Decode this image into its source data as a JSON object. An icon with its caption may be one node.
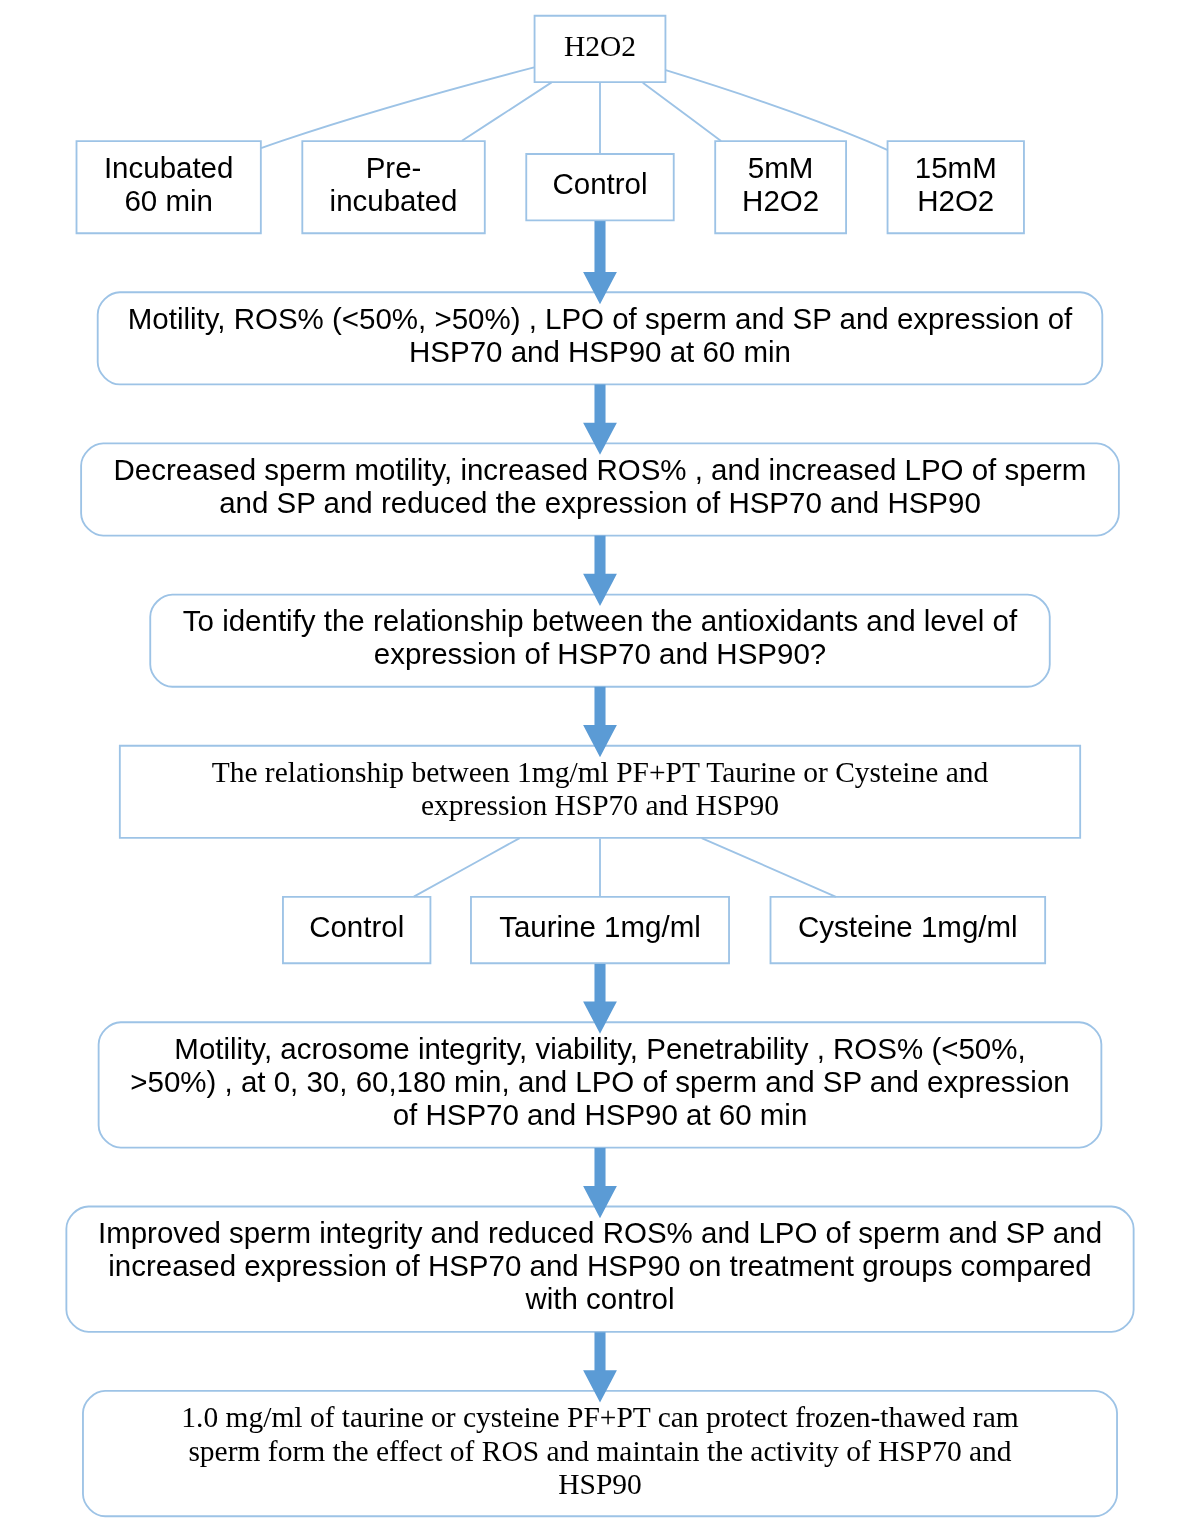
{
  "diagram": {
    "nodes": [
      {
        "text": [
          "H2O2"
        ]
      },
      {
        "text": [
          "Incubated 60 min"
        ]
      },
      {
        "text": [
          "Pre-incubated"
        ]
      },
      {
        "text": [
          "Control"
        ]
      },
      {
        "text": [
          "5mM H2O2"
        ]
      },
      {
        "text": [
          "15mM H2O2"
        ]
      },
      {
        "text": [
          "Motility, ROS% (<50%, >50%) , LPO of sperm and SP and expression of HSP70 and HSP90 at 60 min"
        ]
      },
      {
        "text": [
          "Decreased sperm motility, increased ROS% , and increased LPO of sperm and SP and reduced the expression of HSP70 and HSP90"
        ]
      },
      {
        "text": [
          "To identify the relationship between the antioxidants and level of expression of HSP70 and HSP90?"
        ]
      },
      {
        "text": [
          "The relationship between 1mg/ml PF+PT Taurine or Cysteine and expression HSP70 and HSP90"
        ]
      },
      {
        "text": [
          "Control"
        ]
      },
      {
        "text": [
          "Taurine 1mg/ml"
        ]
      },
      {
        "text": [
          "Cysteine 1mg/ml"
        ]
      },
      {
        "text": [
          "Motility, acrosome integrity, viability, Penetrability , ROS% (<50%, >50%) , at 0, 30, 60,180 min, and LPO of sperm and SP and expression of HSP70 and HSP90 at 60 min"
        ]
      },
      {
        "text": [
          "Improved sperm integrity and reduced ROS% and LPO of sperm and SP and increased expression of HSP70 and HSP90 on treatment groups compared with control"
        ]
      },
      {
        "text": [
          "1.0 mg/ml of taurine or cysteine PF+PT can protect frozen-thawed ram sperm form the effect of ROS and maintain the activity of HSP70 and HSP90"
        ]
      }
    ],
    "edges": [
      {
        "from": 0,
        "to": 1,
        "arrow": "none"
      },
      {
        "from": 0,
        "to": 2,
        "arrow": "none"
      },
      {
        "from": 0,
        "to": 3,
        "arrow": "none"
      },
      {
        "from": 0,
        "to": 4,
        "arrow": "none"
      },
      {
        "from": 0,
        "to": 5,
        "arrow": "none"
      },
      {
        "from": 3,
        "to": 6,
        "arrow": "to",
        "style": "thick",
        "color": "#5b9bd5"
      },
      {
        "from": 6,
        "to": 7,
        "arrow": "to",
        "style": "thick",
        "color": "#5b9bd5"
      },
      {
        "from": 7,
        "to": 8,
        "arrow": "to",
        "style": "thick",
        "color": "#5b9bd5"
      },
      {
        "from": 8,
        "to": 9,
        "arrow": "to",
        "style": "thick",
        "color": "#5b9bd5"
      },
      {
        "from": 9,
        "to": 10,
        "arrow": "none"
      },
      {
        "from": 9,
        "to": 11,
        "arrow": "none"
      },
      {
        "from": 9,
        "to": 12,
        "arrow": "none"
      },
      {
        "from": 11,
        "to": 13,
        "arrow": "to",
        "style": "thick",
        "color": "#5b9bd5"
      },
      {
        "from": 13,
        "to": 14,
        "arrow": "to",
        "style": "thick",
        "color": "#5b9bd5"
      },
      {
        "from": 14,
        "to": 15,
        "arrow": "to",
        "style": "thick",
        "color": "#5b9bd5"
      }
    ]
  }
}
